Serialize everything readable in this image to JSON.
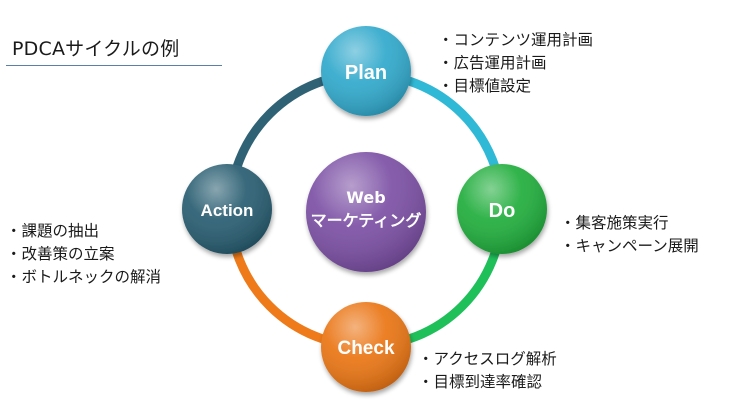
{
  "title": "PDCAサイクルの例",
  "center": {
    "line1": "Web",
    "line2": "マーケティング",
    "color": "#7b4fa4"
  },
  "nodes": {
    "plan": {
      "label": "Plan",
      "color": "#31a9cc",
      "notes": [
        "コンテンツ運用計画",
        "広告運用計画",
        "目標値設定"
      ]
    },
    "do": {
      "label": "Do",
      "color": "#20ad3c",
      "notes": [
        "集客施策実行",
        "キャンペーン展開"
      ]
    },
    "check": {
      "label": "Check",
      "color": "#ea7514",
      "notes": [
        "アクセスログ解析",
        "目標到達率確認"
      ]
    },
    "action": {
      "label": "Action",
      "color": "#275c70",
      "notes": [
        "課題の抽出",
        "改善策の立案",
        "ボトルネックの解消"
      ]
    }
  },
  "arc_colors": {
    "plan_to_do": "#2fb9d6",
    "do_to_check": "#1fbf5a",
    "check_to_action": "#ee7a19",
    "action_to_plan": "#2f6275"
  }
}
